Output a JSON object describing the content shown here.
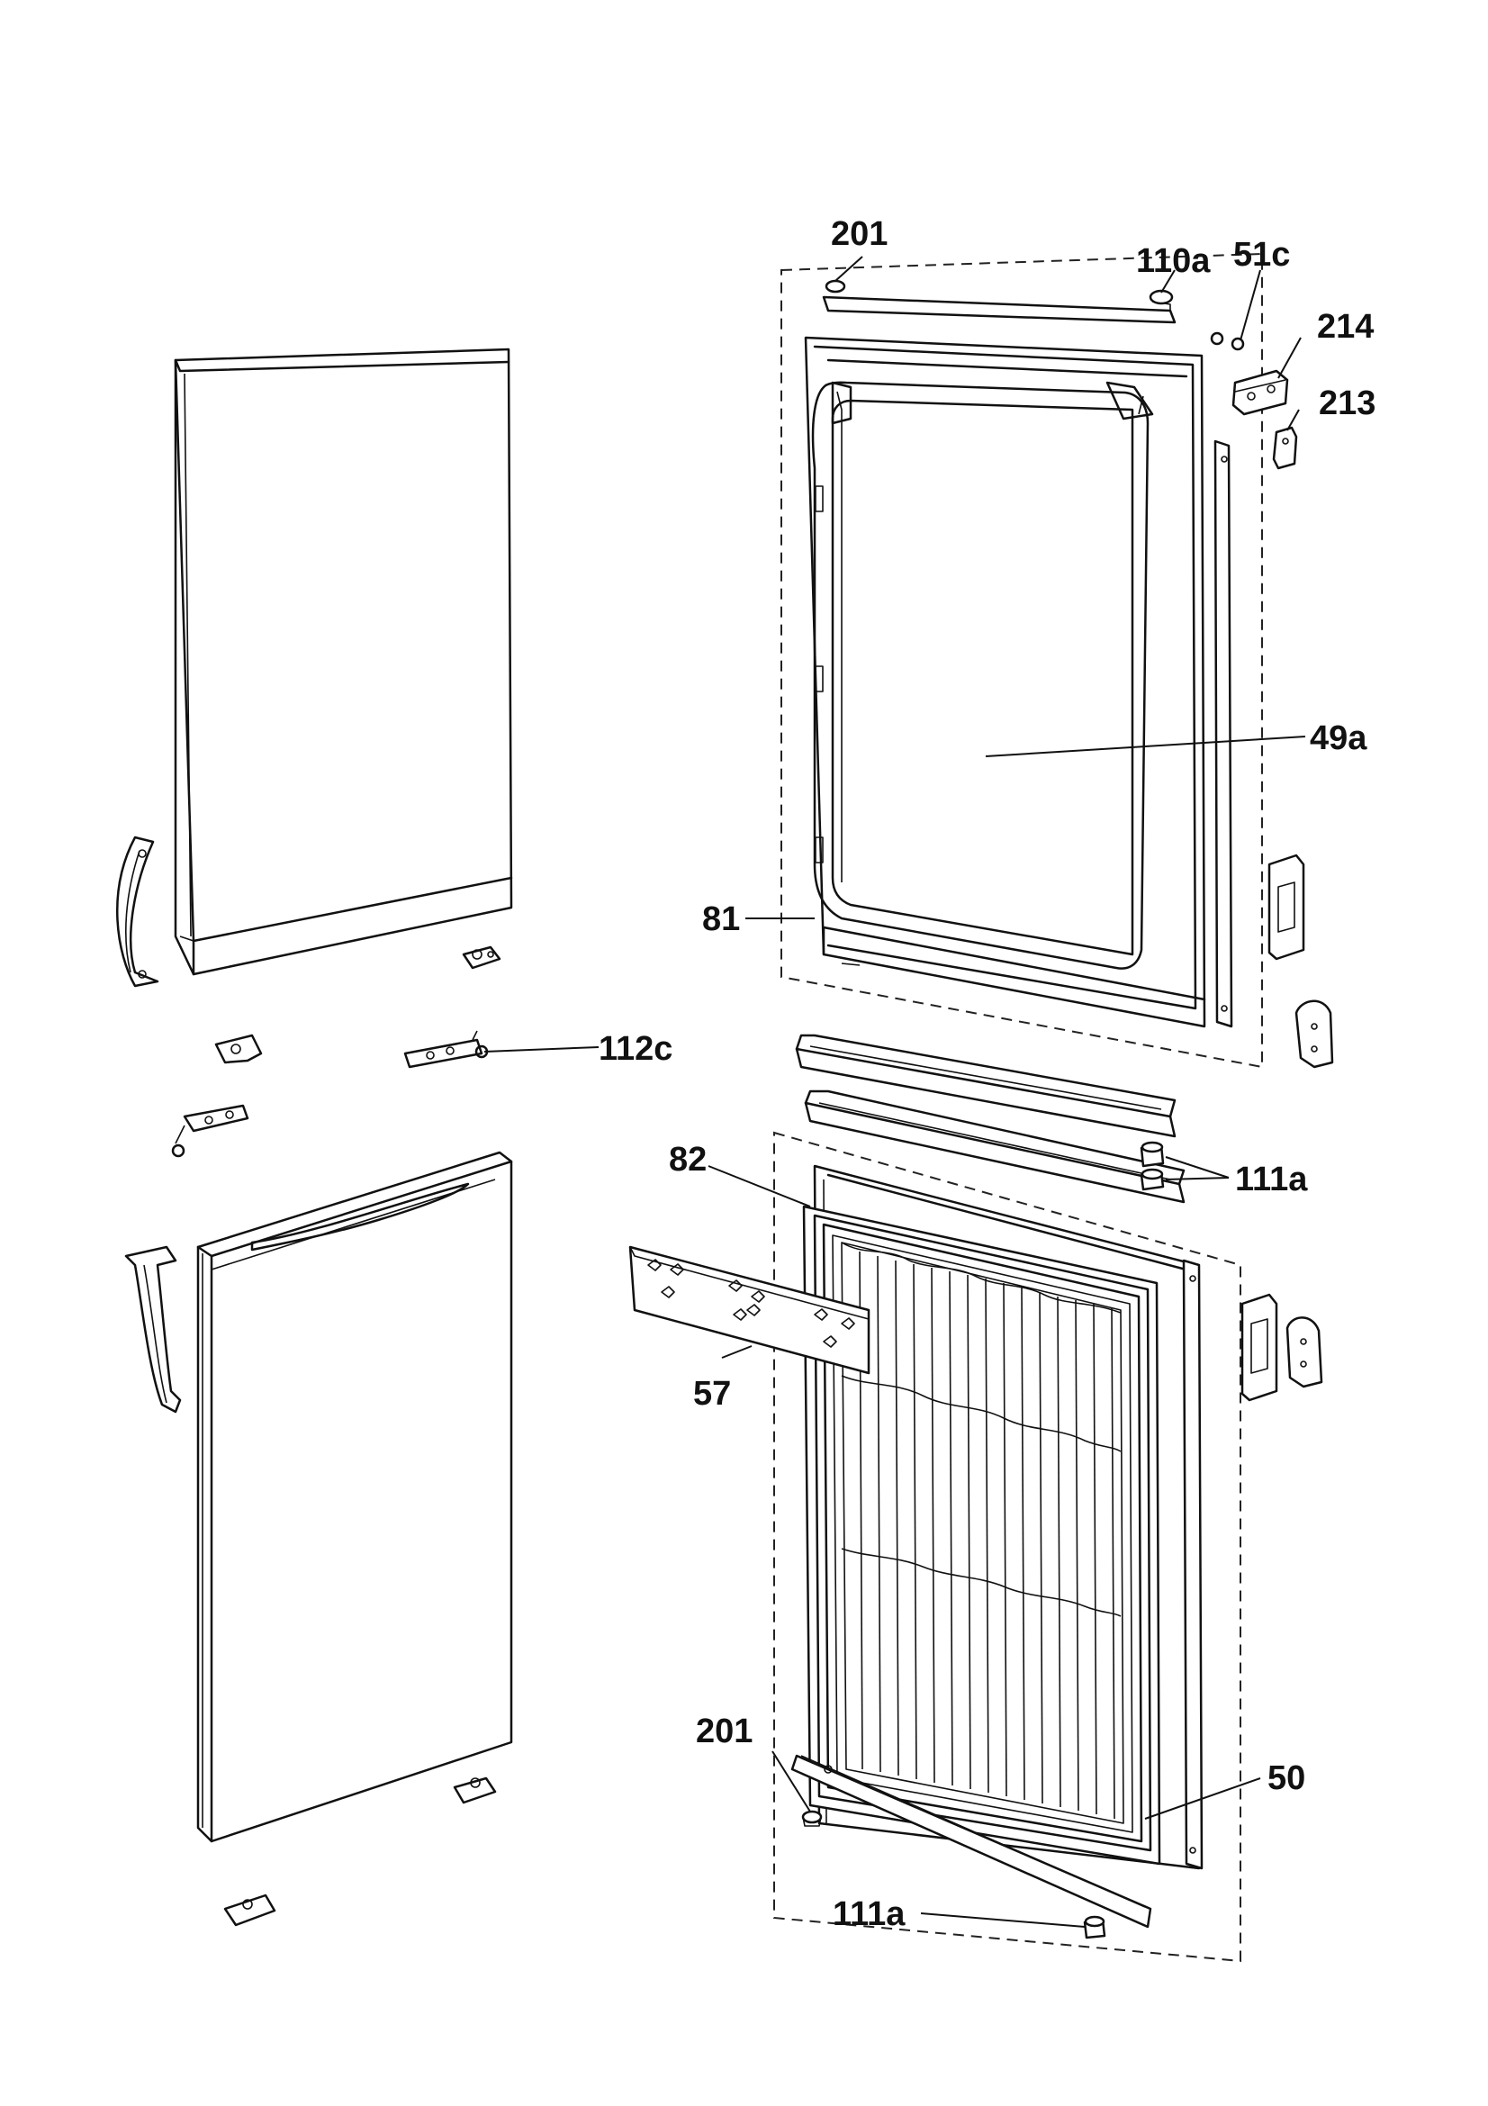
{
  "colors": {
    "line": "#111111",
    "background": "#ffffff"
  },
  "callouts": {
    "c201_top": "201",
    "c110a": "110a",
    "c51c": "51c",
    "c214": "214",
    "c213": "213",
    "c49a": "49a",
    "c81": "81",
    "c112c": "112c",
    "c82": "82",
    "c111a_mid": "111a",
    "c57": "57",
    "c201_bottom": "201",
    "c50": "50",
    "c111a_bottom": "111a"
  }
}
